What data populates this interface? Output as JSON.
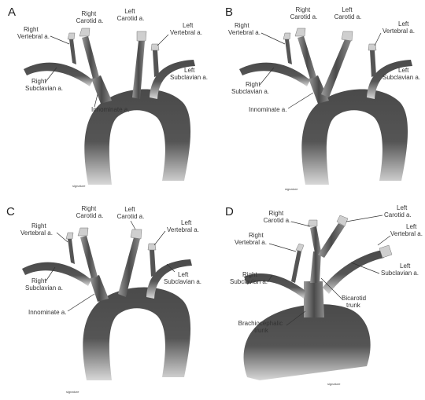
{
  "panels": [
    {
      "id": "A",
      "right_carotid": [
        "Right",
        "Carotid a."
      ],
      "left_carotid": [
        "Left",
        "Carotid a."
      ],
      "right_vertebral": [
        "Right",
        "Vertebral a."
      ],
      "left_vertebral": [
        "Left",
        "Vertebral a."
      ],
      "right_subclavian": [
        "Right",
        "Subclavian a."
      ],
      "left_subclavian": [
        "Left",
        "Subclavian a."
      ],
      "innominate": "Innominate a."
    },
    {
      "id": "B",
      "right_carotid": [
        "Right",
        "Carotid a."
      ],
      "left_carotid": [
        "Left",
        "Carotid a."
      ],
      "right_vertebral": [
        "Right",
        "Vertebral a."
      ],
      "left_vertebral": [
        "Left",
        "Vertebral a."
      ],
      "right_subclavian": [
        "Right",
        "Subclavian a."
      ],
      "left_subclavian": [
        "Left",
        "Subclavian a."
      ],
      "innominate": "Innominate a."
    },
    {
      "id": "C",
      "right_carotid": [
        "Right",
        "Carotid a."
      ],
      "left_carotid": [
        "Left",
        "Carotid a."
      ],
      "right_vertebral": [
        "Right",
        "Vertebral a."
      ],
      "left_vertebral": [
        "Left",
        "Vertebral a."
      ],
      "right_subclavian": [
        "Right",
        "Subclavian a."
      ],
      "left_subclavian": [
        "Left",
        "Subclavian a."
      ],
      "innominate": "Innominate a."
    },
    {
      "id": "D",
      "right_carotid": [
        "Right",
        "Carotid a."
      ],
      "left_carotid": [
        "Left",
        "Carotid a."
      ],
      "right_vertebral": [
        "Right",
        "Vertebral a."
      ],
      "left_vertebral": [
        "Left",
        "Vertebral a."
      ],
      "right_subclavian": [
        "Right",
        "Subclavian a."
      ],
      "left_subclavian": [
        "Left",
        "Subclavian a."
      ],
      "bicarotid": [
        "Bicarotid",
        "trunk"
      ],
      "brachiocephalic": [
        "Brachiocephalic",
        "trunk"
      ]
    }
  ],
  "colors": {
    "vessel_dark": "#3a3a3a",
    "vessel_light": "#b5b5b5",
    "text": "#222222"
  }
}
